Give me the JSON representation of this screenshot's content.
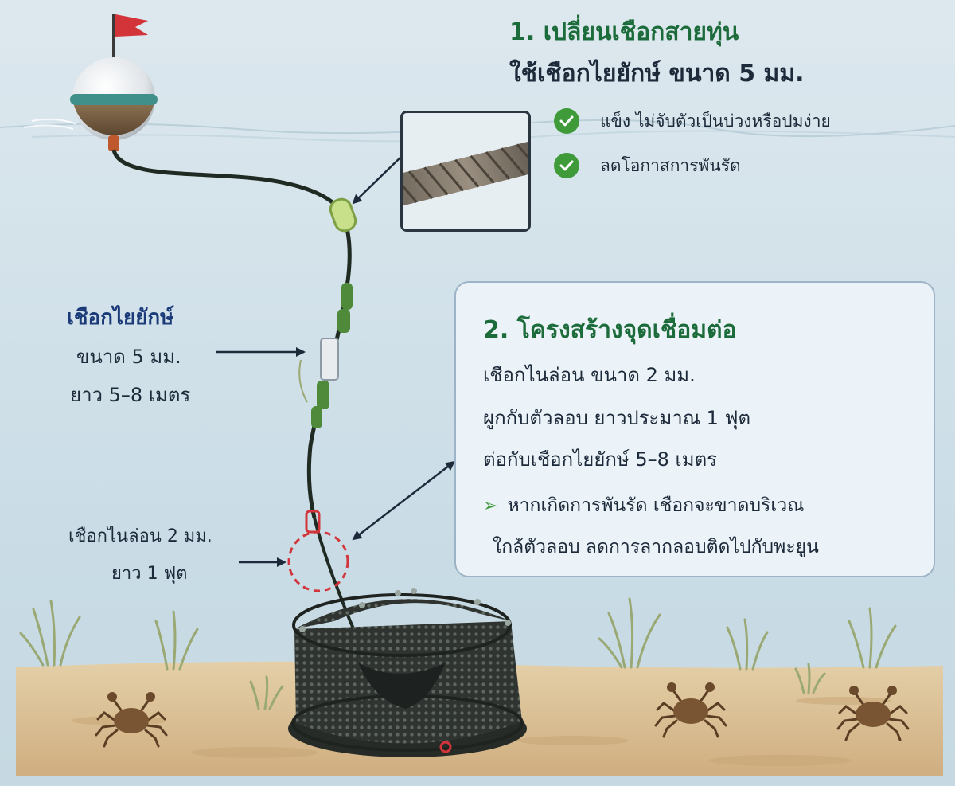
{
  "header": {
    "title": "1. เปลี่ยนเชือกสายทุ่น",
    "subtitle": "ใช้เชือกไยยักษ์ ขนาด 5 มม.",
    "checks": [
      {
        "label": "แข็ง ไม่จับตัวเป็นบ่วงหรือปมง่าย",
        "icon": "check-circle-icon"
      },
      {
        "label": "ลดโอกาสการพันรัด",
        "icon": "check-circle-icon"
      }
    ]
  },
  "left_labels": {
    "rope_title": "เชือกไยยักษ์",
    "rope_size": "ขนาด 5 มม.",
    "rope_length": "ยาว 5–8 เมตร",
    "nylon_size": "เชือกไนล่อน 2 มม.",
    "nylon_length": "ยาว 1 ฟุต"
  },
  "box2": {
    "title": "2. โครงสร้างจุดเชื่อมต่อ",
    "line1": "เชือกไนล่อน ขนาด 2 มม.",
    "line2": "ผูกกับตัวลอบ ยาวประมาณ 1 ฟุต",
    "line3": "ต่อกับเชือกไยยักษ์ 5–8 เมตร",
    "note_bullet": "➢",
    "note_line1": "หากเกิดการพันรัด เชือกจะขาดบริเวณ",
    "note_line2": "ใกล้ตัวลอบ ลดการลากลอบติดไปกับพะยูน"
  },
  "colors": {
    "accent_green": "#1c6b3a",
    "check_green": "#3f9a3a",
    "title_blue": "#1b3a78",
    "highlight_red": "#d2343a",
    "sand": "#ddc49c"
  }
}
